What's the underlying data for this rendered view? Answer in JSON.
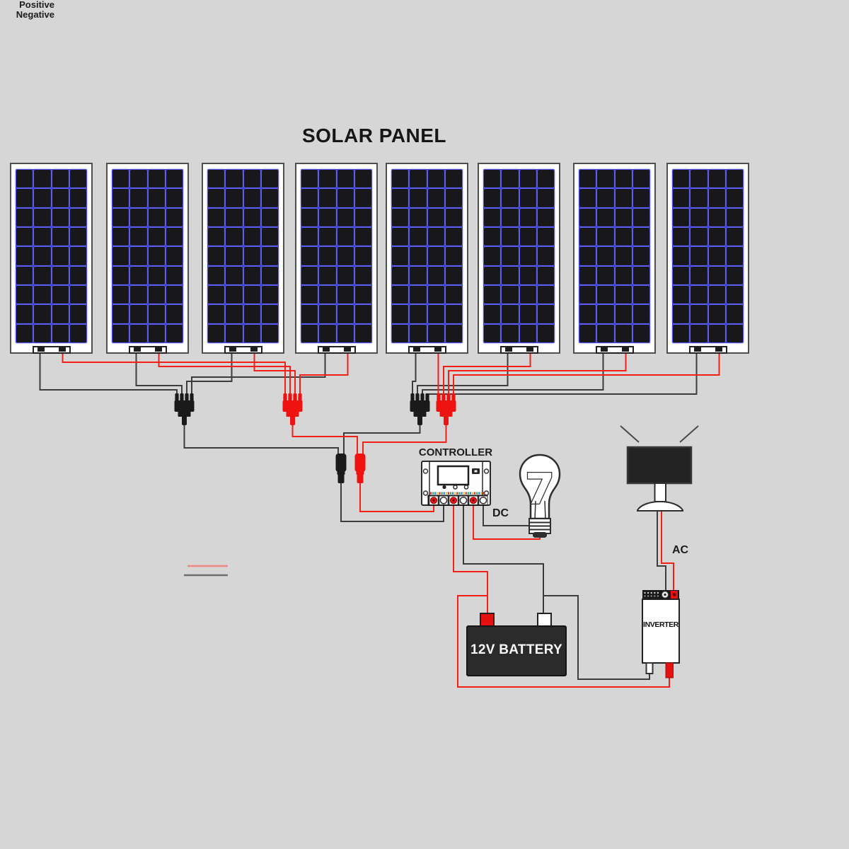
{
  "title": "SOLAR PANEL",
  "labels": {
    "controller": "CONTROLLER",
    "dc": "DC",
    "ac": "AC",
    "battery": "12V BATTERY",
    "inverter": "INVERTER"
  },
  "legend": {
    "positive": "Positive",
    "negative": "Negative"
  },
  "solar_panels": {
    "count": 8,
    "columns": 4,
    "rows": 9
  },
  "colors": {
    "background": "#d6d6d6",
    "positive_wire": "#f32019",
    "negative_wire": "#3d3d3d",
    "legend_positive_line": "#ef8787",
    "legend_negative_line": "#6f6f6f",
    "connector_red": "#ee1210",
    "connector_black": "#1a1a1a",
    "panel_cell": "#18181b",
    "panel_grid_glow": "#2626dd",
    "battery_body": "#2b2b2b",
    "terminal_red": "#e51111"
  }
}
